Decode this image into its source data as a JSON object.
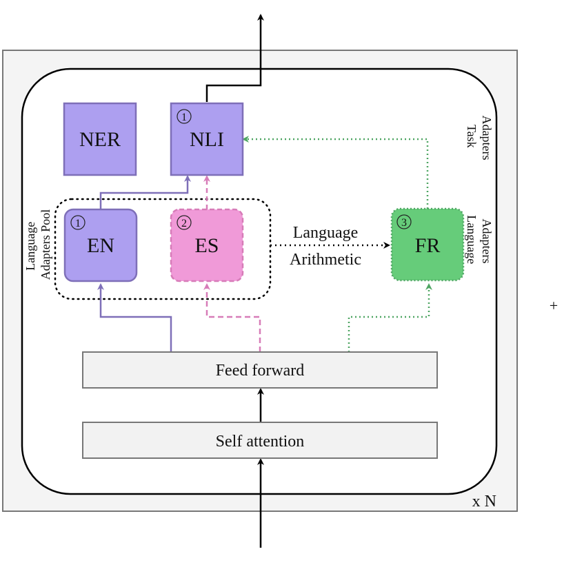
{
  "task_adapters": {
    "label": "Task Adapters",
    "items": [
      {
        "name": "NER",
        "badge": ""
      },
      {
        "name": "NLI",
        "badge": "1"
      }
    ]
  },
  "language_adapters_pool": {
    "label": "Language Adapters Pool",
    "items": [
      {
        "name": "EN",
        "badge": "1"
      },
      {
        "name": "ES",
        "badge": "2"
      }
    ]
  },
  "language_adapters": {
    "label": "Language Adapters",
    "items": [
      {
        "name": "FR",
        "badge": "3"
      }
    ]
  },
  "arithmetic": {
    "line1": "Language",
    "line2": "Arithmetic"
  },
  "layers": {
    "feed_forward": "Feed forward",
    "self_attention": "Self attention"
  },
  "repeat": "x N",
  "plus": "+",
  "colors": {
    "purple_fill": "#ad9ff0",
    "purple_stroke": "#7e6fb8",
    "pink_fill": "#f09ad8",
    "pink_stroke": "#d77cb8",
    "green_fill": "#66cc7a",
    "green_stroke": "#4ea562",
    "layer_fill": "#f2f2f2",
    "frame_stroke": "#777777"
  }
}
